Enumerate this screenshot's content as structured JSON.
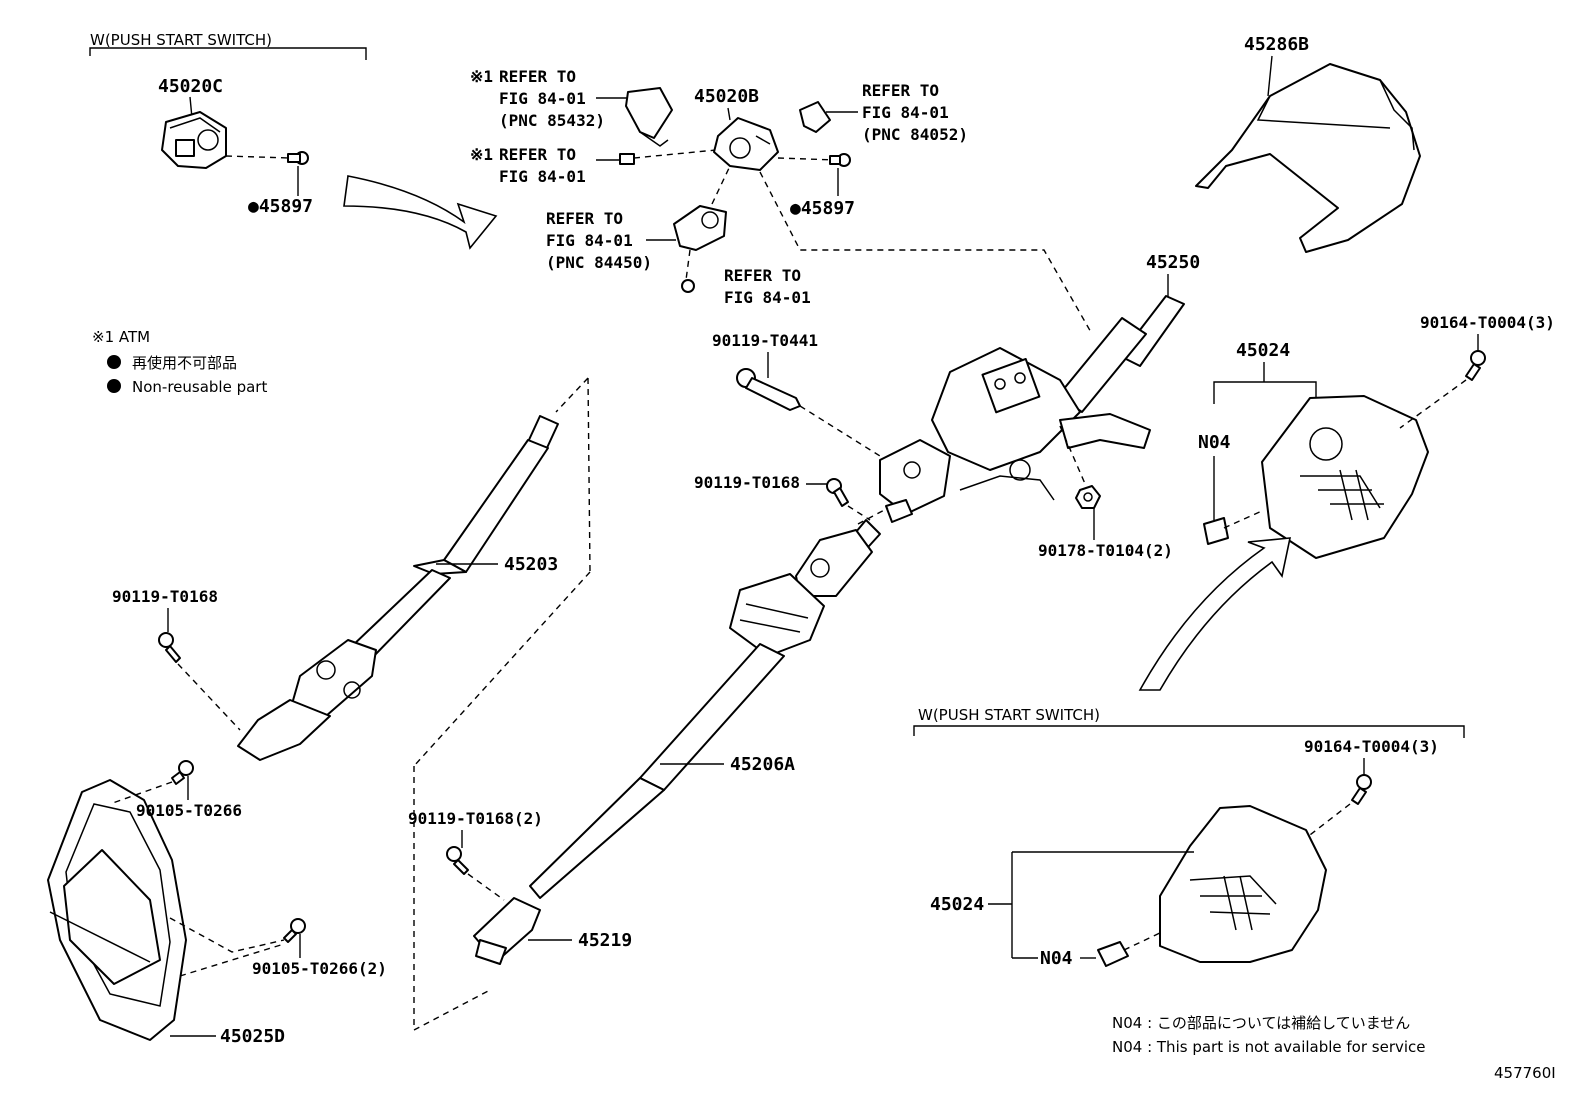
{
  "variants": {
    "push_start_top": "W(PUSH START SWITCH)",
    "push_start_bottom": "W(PUSH START SWITCH)"
  },
  "parts": {
    "p45020C": "45020C",
    "p45897_left": "●45897",
    "p45020B": "45020B",
    "p45897_right": "●45897",
    "p45286B": "45286B",
    "p45250": "45250",
    "p90164_top": "90164-T0004(3)",
    "p45024_top": "45024",
    "n04_top": "N04",
    "p90119_T0441": "90119-T0441",
    "p90119_T0168_mid": "90119-T0168",
    "p90178": "90178-T0104(2)",
    "p45203": "45203",
    "p90119_T0168_left": "90119-T0168",
    "p90105_T0266": "90105-T0266",
    "p45206A": "45206A",
    "p90119_T0168_2": "90119-T0168(2)",
    "p45219": "45219",
    "p90105_T0266_2": "90105-T0266(2)",
    "p45025D": "45025D",
    "p90164_bottom": "90164-T0004(3)",
    "p45024_bottom": "45024",
    "n04_bottom": "N04"
  },
  "references": {
    "ref1": {
      "mark": "※1",
      "l1": "REFER TO",
      "l2": "FIG 84-01",
      "l3": "(PNC 85432)"
    },
    "ref2": {
      "mark": "※1",
      "l1": "REFER TO",
      "l2": "FIG 84-01"
    },
    "ref3": {
      "l1": "REFER TO",
      "l2": "FIG 84-01",
      "l3": "(PNC 84052)"
    },
    "ref4": {
      "l1": "REFER TO",
      "l2": "FIG 84-01",
      "l3": "(PNC 84450)"
    },
    "ref5": {
      "l1": "REFER TO",
      "l2": "FIG 84-01"
    }
  },
  "legend": {
    "atm": "※1 ATM",
    "nonreusable_jp": "再使用不可部品",
    "nonreusable_en": "Non-reusable part"
  },
  "footnotes": {
    "jp": "N04 : この部品については補給していません",
    "en": "N04 : This part is not available for service"
  },
  "figure_id": "457760I"
}
